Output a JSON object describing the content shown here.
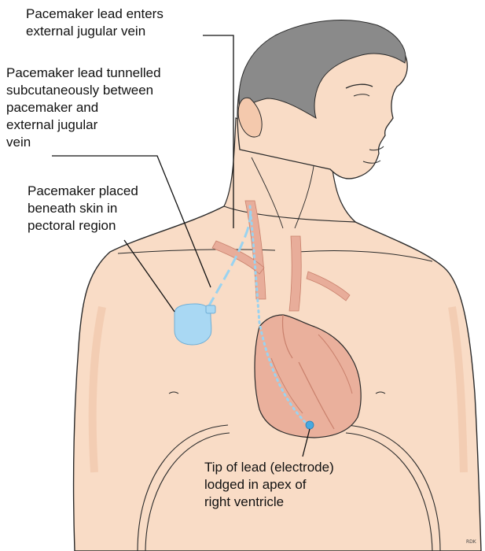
{
  "labels": {
    "lead_enters": "Pacemaker lead enters\nexternal jugular vein",
    "lead_tunnelled": "Pacemaker lead tunnelled\nsubcutaneously between\npacemaker and\nexternal jugular\nvein",
    "pacemaker_placed": "Pacemaker placed\nbeneath skin in\npectoral region",
    "tip_of_lead": "Tip of lead (electrode)\nlodged in apex of\nright ventricle"
  },
  "colors": {
    "skin": "#f9dcc6",
    "skin_shadow": "#efc3a6",
    "heart": "#eab09c",
    "heart_dark": "#c9806c",
    "vessel": "#e8ad9a",
    "hair": "#8a8a8a",
    "pacemaker": "#a9d8f3",
    "lead": "#9ad3f0",
    "outline": "#2a2a2a"
  },
  "icons": {
    "pacemaker": "pacemaker-device-icon",
    "electrode": "electrode-tip-icon"
  },
  "artist_mark": "RDK"
}
